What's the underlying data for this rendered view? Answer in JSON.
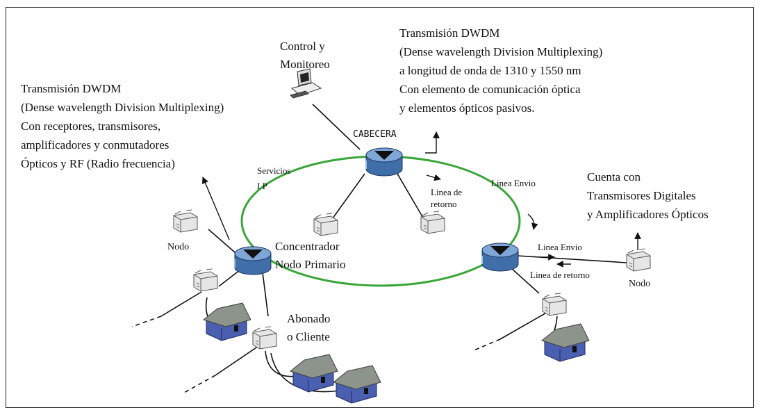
{
  "labels": {
    "control_line1": "Control y",
    "control_line2": "Monitoreo",
    "head_dwdm": [
      "Transmisión DWDM",
      "(Dense wavelength Division Multiplexing)",
      "a longitud de onda de 1310 y 1550 nm",
      "Con elemento de comunicación óptica",
      "y elementos ópticos pasivos."
    ],
    "left_dwdm": [
      "Transmisión DWDM",
      "(Dense wavelength Division Multiplexing)",
      "Con receptores, transmisores,",
      "amplificadores y conmutadores",
      "Ópticos y RF (Radio frecuencia)"
    ],
    "cabecera": "CABECERA",
    "servicios_line1": "Servicios",
    "servicios_line2": "I P",
    "linea_retorno_top_1": "Linea de",
    "linea_retorno_top_2": "retorno",
    "linea_envio_top": "Linea Envio",
    "right_info": [
      "Cuenta con",
      "Transmisores Digitales",
      "y Amplificadores Ópticos"
    ],
    "nodo_left": "Nodo",
    "concentrador_line1": "Concentrador",
    "concentrador_line2": "Nodo Primario",
    "linea_envio_right": "Linea Envio",
    "linea_retorno_right": "Linea de retorno",
    "nodo_right": "Nodo",
    "abonado_line1": "Abonado",
    "abonado_line2": "o Cliente"
  },
  "colors": {
    "ring": "#3aa63a",
    "router_blue": "#3f6ea8",
    "router_light": "#7ea6d6",
    "house_wall": "#4a5fb0",
    "house_roof": "#8c948c",
    "node_box": "#d8d8d8"
  },
  "icons": [
    "router-icon",
    "optical-node-icon",
    "house-icon",
    "computer-icon",
    "arrow-icon"
  ]
}
